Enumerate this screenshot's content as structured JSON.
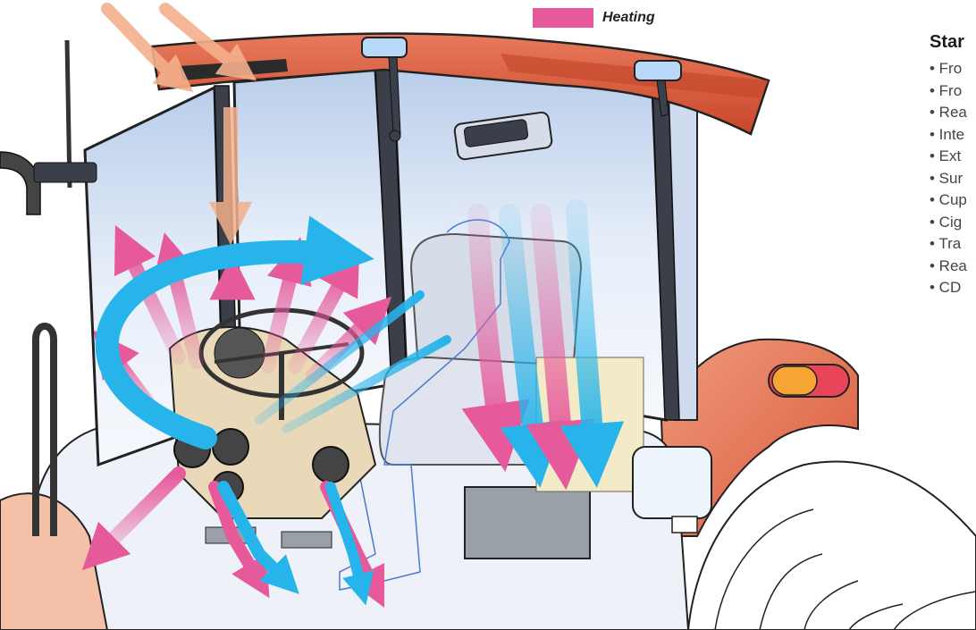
{
  "legend": {
    "swatch_color": "#e65a9c",
    "label": "Heating"
  },
  "features": {
    "title": "Star",
    "items": [
      "• Fro",
      "• Fro",
      "• Rea",
      "• Inte",
      "• Ext",
      "• Sur",
      "• Cup",
      "• Cig",
      "• Tra",
      "• Rea",
      "• CD"
    ]
  },
  "colors": {
    "roof": "#dd5a3c",
    "fender": "#e06a4c",
    "window_tint": "#c5d7f0",
    "warm_air": "#e65a9c",
    "cool_air": "#27b4ea",
    "seat": "#d7dde8",
    "dashboard": "#ead9b8"
  },
  "icons": [
    "side-mirror-icon",
    "roof-lamp-icon",
    "vent-icon",
    "steering-wheel-icon",
    "warning-beacon-icon"
  ]
}
